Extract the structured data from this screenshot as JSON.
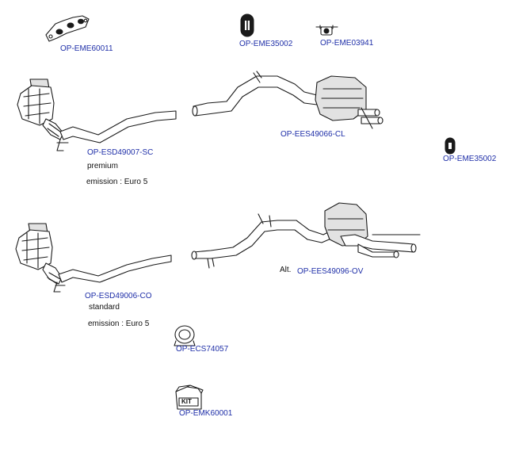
{
  "parts": {
    "eme60011": "OP-EME60011",
    "eme35002_top": "OP-EME35002",
    "eme03941": "OP-EME03941",
    "esd49007": "OP-ESD49007-SC",
    "ees49066": "OP-EES49066-CL",
    "eme35002_right": "OP-EME35002",
    "esd49006": "OP-ESD49006-CO",
    "ees49096": "OP-EES49096-OV",
    "ecs74057": "OP-ECS74057",
    "emk60001": "OP-EMK60001"
  },
  "notes": {
    "premium": "premium",
    "emission_upper": "emission : Euro 5",
    "standard": "standard",
    "emission_lower": "emission : Euro 5",
    "alt": "Alt."
  },
  "kit_label": "KIT",
  "colors": {
    "part_code": "#1f2fa8",
    "text": "#111111",
    "line_art": "#1a1a1a"
  },
  "icons": [
    "gasket-icon",
    "rubber-hanger-icon",
    "mount-bracket-icon",
    "catalytic-converter-icon",
    "rear-silencer-icon",
    "center-pipe-icon",
    "clamp-icon",
    "mounting-kit-box-icon"
  ]
}
